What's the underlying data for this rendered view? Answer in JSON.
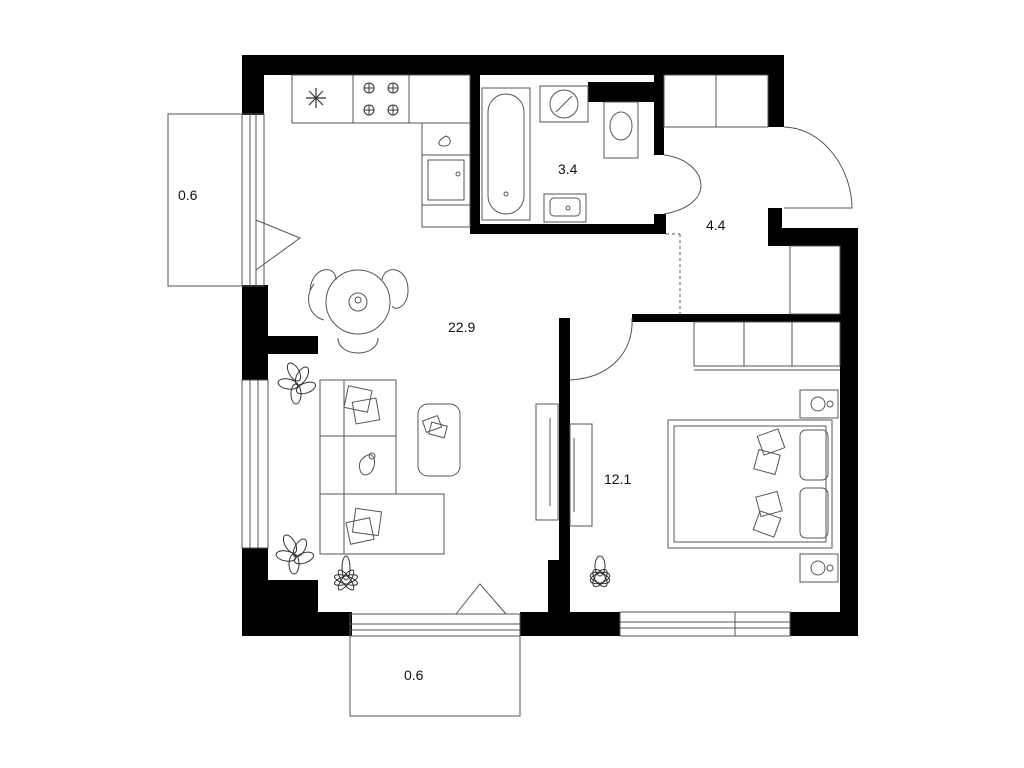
{
  "floor_plan": {
    "rooms": [
      {
        "id": "living-kitchen",
        "area": "22.9"
      },
      {
        "id": "bedroom",
        "area": "12.1"
      },
      {
        "id": "hallway",
        "area": "4.4"
      },
      {
        "id": "bathroom",
        "area": "3.4"
      },
      {
        "id": "balcony-left",
        "area": "0.6"
      },
      {
        "id": "balcony-bottom",
        "area": "0.6"
      }
    ],
    "colors": {
      "wall": "#000000",
      "line": "#555555",
      "background": "#ffffff"
    }
  }
}
